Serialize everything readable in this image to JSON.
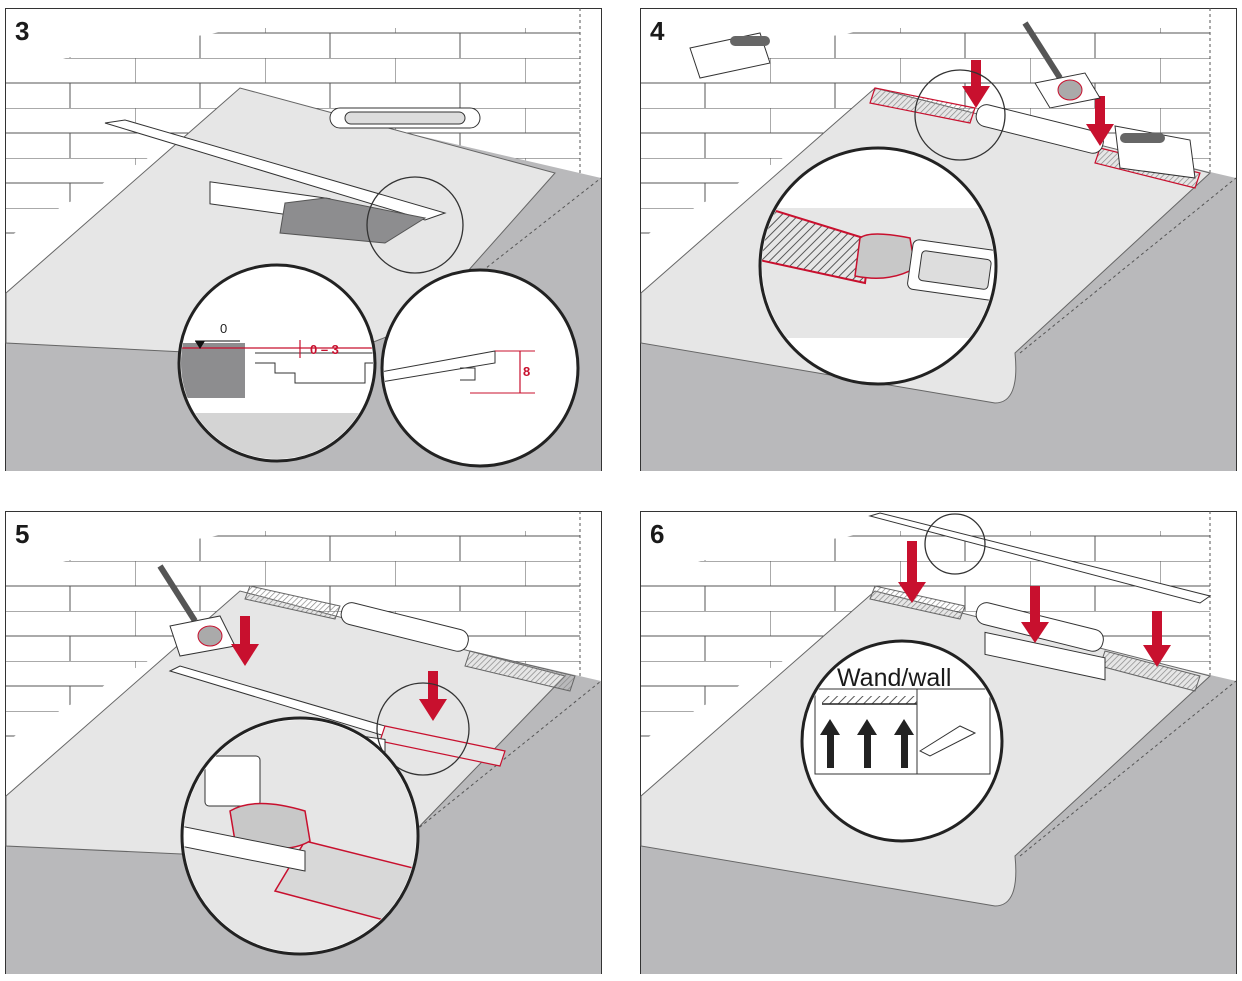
{
  "steps": [
    {
      "number": "3",
      "labels": {
        "level_mark": "0",
        "tolerance": "0 – 3",
        "height": "8"
      }
    },
    {
      "number": "4"
    },
    {
      "number": "5"
    },
    {
      "number": "6",
      "labels": {
        "wall": "Wand/wall"
      }
    }
  ],
  "colors": {
    "accent": "#c8102e",
    "floor": "#b9b9bb",
    "membrane": "#e6e6e6",
    "wall": "#ffffff",
    "line": "#333333"
  },
  "icons": [
    "trowel-icon",
    "notched-trowel-icon",
    "down-arrow-icon",
    "up-arrow-icon",
    "zoom-circle"
  ]
}
